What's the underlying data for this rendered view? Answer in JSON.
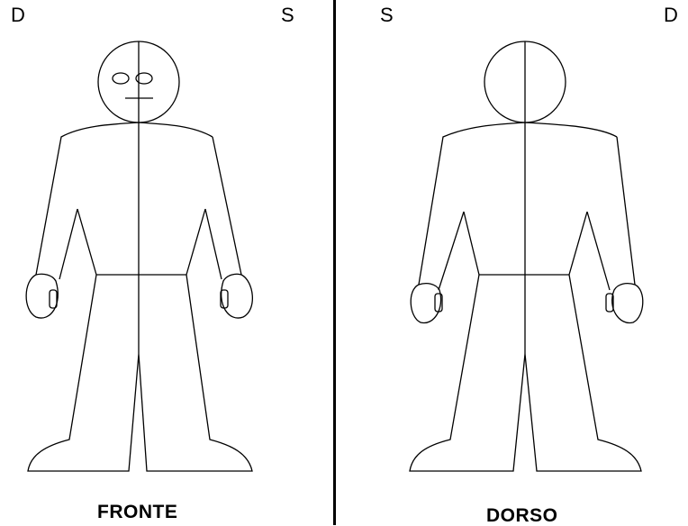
{
  "front": {
    "left_label": "D",
    "right_label": "S",
    "caption": "FRONTE"
  },
  "back": {
    "left_label": "S",
    "right_label": "D",
    "caption": "DORSO"
  }
}
